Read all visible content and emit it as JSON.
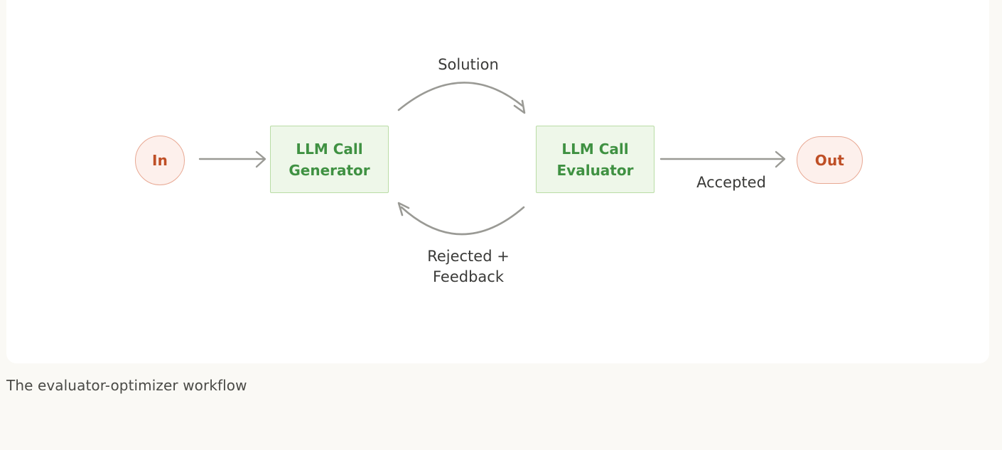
{
  "page": {
    "background_color": "#faf9f5",
    "card_background": "#ffffff"
  },
  "diagram": {
    "title": "evaluator-optimizer workflow",
    "nodes": [
      {
        "id": "in",
        "label": "In",
        "shape": "circle",
        "fill": "#fdf0ec",
        "border": "#e8a893",
        "text_color": "#bf4f26"
      },
      {
        "id": "generator",
        "label": "LLM Call\nGenerator",
        "line1": "LLM Call",
        "line2": "Generator",
        "shape": "rectangle",
        "fill": "#eef7e9",
        "border": "#b9dca5",
        "text_color": "#3f9142"
      },
      {
        "id": "evaluator",
        "label": "LLM Call\nEvaluator",
        "line1": "LLM Call",
        "line2": "Evaluator",
        "shape": "rectangle",
        "fill": "#eef7e9",
        "border": "#b9dca5",
        "text_color": "#3f9142"
      },
      {
        "id": "out",
        "label": "Out",
        "shape": "stadium",
        "fill": "#fdf0ec",
        "border": "#e8a893",
        "text_color": "#bf4f26"
      }
    ],
    "edges": [
      {
        "id": "in-to-generator",
        "from": "in",
        "to": "generator",
        "label": "",
        "style": "straight",
        "color": "#9a9a95"
      },
      {
        "id": "generator-to-evaluator",
        "from": "generator",
        "to": "evaluator",
        "label": "Solution",
        "style": "arc-top",
        "color": "#9a9a95"
      },
      {
        "id": "evaluator-to-generator",
        "from": "evaluator",
        "to": "generator",
        "label": "Rejected +\nFeedback",
        "style": "arc-bottom",
        "color": "#9a9a95"
      },
      {
        "id": "evaluator-to-out",
        "from": "evaluator",
        "to": "out",
        "label": "Accepted",
        "style": "straight",
        "color": "#9a9a95"
      }
    ],
    "labels": {
      "solution": "Solution",
      "rejected_feedback": "Rejected +\nFeedback",
      "accepted": "Accepted"
    }
  },
  "caption": {
    "text": "The evaluator-optimizer workflow"
  }
}
